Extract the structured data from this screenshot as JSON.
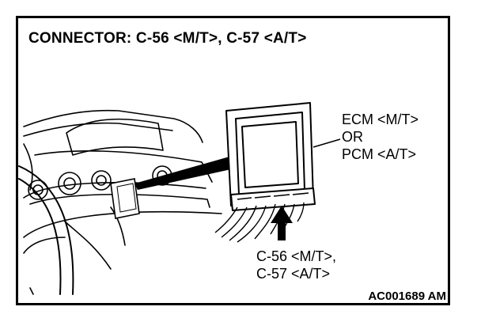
{
  "title": "CONNECTOR: C-56 <M/T>, C-57 <A/T>",
  "ecm_label": {
    "line1": "ECM <M/T>",
    "line2": "OR",
    "line3": "PCM <A/T>"
  },
  "connector_label": {
    "line1": "C-56 <M/T>,",
    "line2": "C-57 <A/T>"
  },
  "figure_code": "AC001689 AM",
  "colors": {
    "line": "#000000",
    "background": "#ffffff"
  }
}
